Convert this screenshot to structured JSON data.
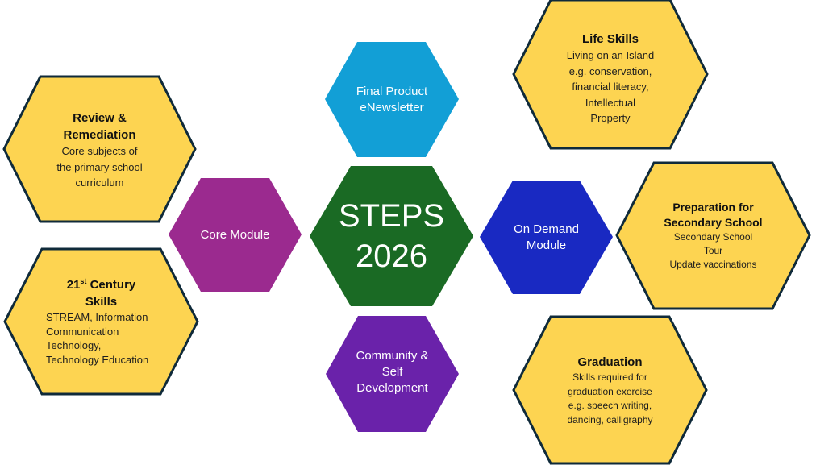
{
  "diagram": {
    "center": {
      "line1": "STEPS",
      "line2": "2026",
      "color": "#1a6a24"
    },
    "modules": [
      {
        "id": "final-product",
        "lines": [
          "Final Product",
          "eNewsletter"
        ],
        "color": "#129fd6"
      },
      {
        "id": "core-module",
        "lines": [
          "Core Module"
        ],
        "color": "#9b2a8f"
      },
      {
        "id": "on-demand-module",
        "lines": [
          "On Demand",
          "Module"
        ],
        "color": "#1929c2"
      },
      {
        "id": "community",
        "lines": [
          "Community &",
          "Self",
          "Development"
        ],
        "color": "#6a22aa"
      }
    ],
    "topics": [
      {
        "id": "review-remediation",
        "title_lines": [
          "Review &",
          "Remediation"
        ],
        "body_lines": [
          "Core subjects of",
          "the primary school",
          "curriculum"
        ]
      },
      {
        "id": "21st-century-skills",
        "title_prefix": "21",
        "title_sup": "st",
        "title_rest": " Century",
        "title_line2": "Skills",
        "body_lines": [
          "STREAM, Information",
          "Communication",
          "Technology,",
          "Technology Education"
        ]
      },
      {
        "id": "life-skills",
        "title_lines": [
          "Life Skills"
        ],
        "body_lines": [
          "Living on an Island",
          "e.g. conservation,",
          "financial literacy,",
          "Intellectual",
          "Property"
        ]
      },
      {
        "id": "preparation-secondary",
        "title_lines": [
          "Preparation for",
          "Secondary School"
        ],
        "body_lines": [
          "Secondary School",
          "Tour",
          "Update vaccinations"
        ]
      },
      {
        "id": "graduation",
        "title_lines": [
          "Graduation"
        ],
        "body_lines": [
          "Skills required for",
          "graduation exercise",
          "e.g. speech writing,",
          "dancing, calligraphy"
        ]
      }
    ],
    "colors": {
      "topic_fill": "#fdd451",
      "topic_stroke": "#0f2a3a",
      "background": "#ffffff"
    }
  }
}
